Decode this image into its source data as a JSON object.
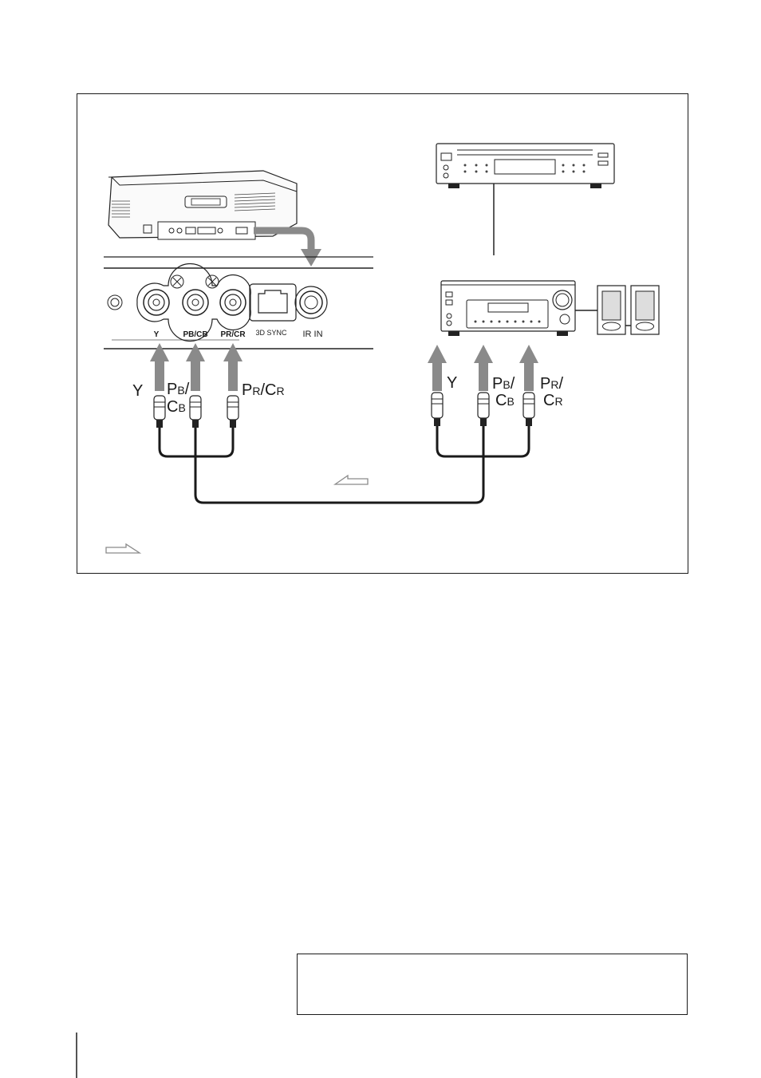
{
  "panel": {
    "y_label": "Y",
    "pb_label": "PB/CB",
    "pr_label": "PR/CR",
    "sync_label": "3D SYNC",
    "irin_label": "IR IN"
  },
  "projector_cable_labels": {
    "y": "Y",
    "pb_line1_main": "P",
    "pb_line1_sub": "B",
    "pb_line1_tail": "/",
    "pb_line2_main": "C",
    "pb_line2_sub": "B",
    "pr_p": "P",
    "pr_r": "R",
    "pr_slash": "/",
    "pr_c": "C",
    "pr_r2": "R"
  },
  "equipment_cable_labels": {
    "y": "Y",
    "pb_line1_main": "P",
    "pb_line1_sub": "B",
    "pb_line1_tail": "/",
    "pb_line2_main": "C",
    "pb_line2_sub": "B",
    "pr_line1_main": "P",
    "pr_line1_sub": "R",
    "pr_line1_tail": "/",
    "pr_line2_main": "C",
    "pr_line2_sub": "R"
  },
  "colors": {
    "arrow": "#8a8a8a",
    "line": "#1a1a1a",
    "frame": "#1a1a1a"
  }
}
